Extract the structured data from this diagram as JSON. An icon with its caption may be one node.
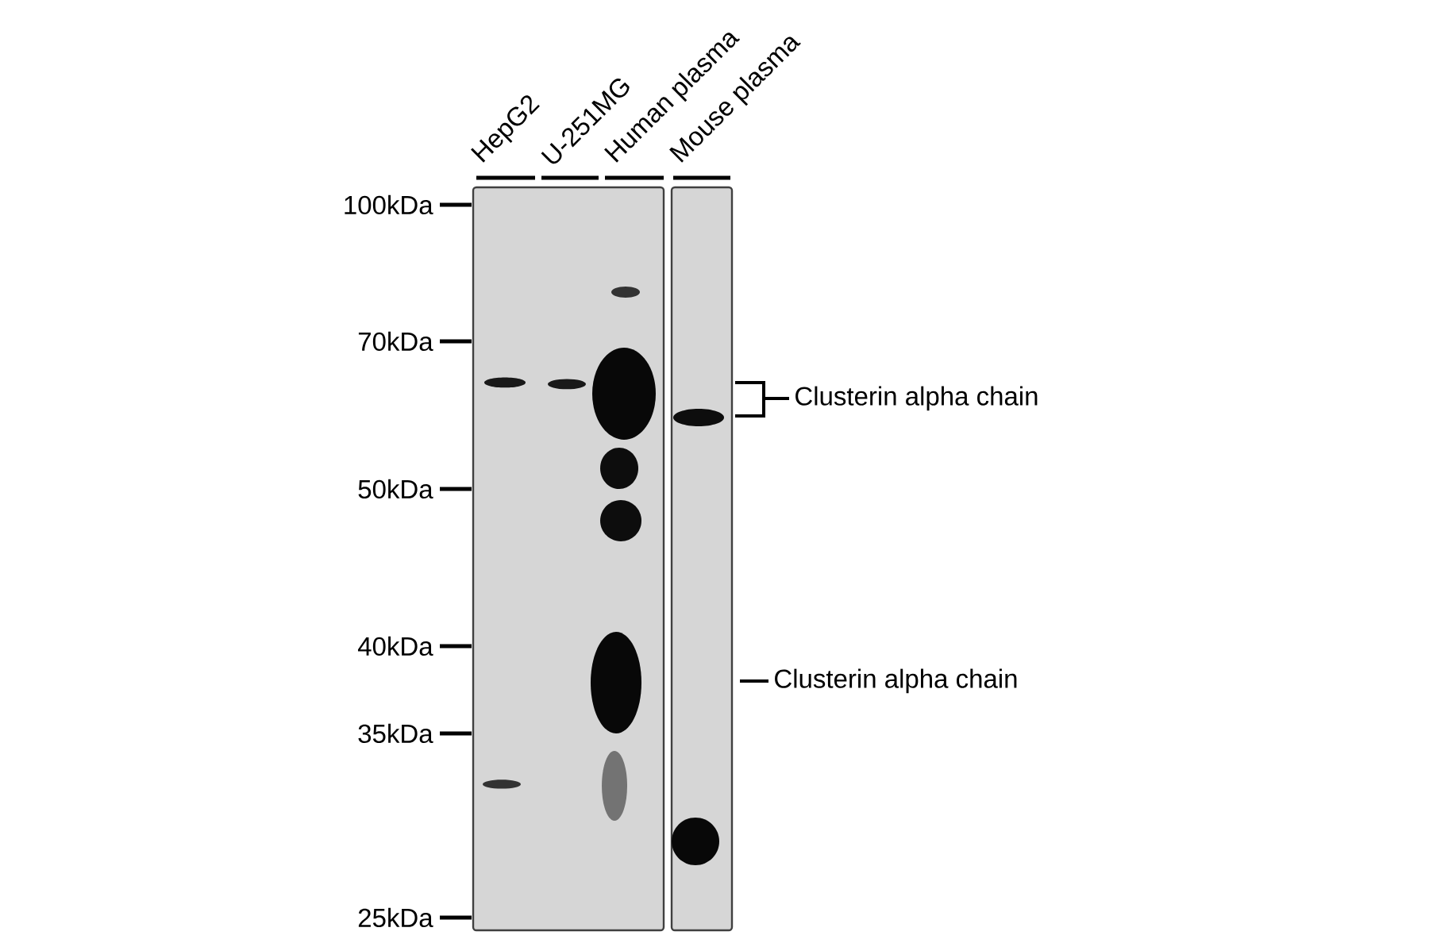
{
  "diagram": {
    "labels": [
      "HepG2",
      "U-251MG",
      "Human plasma",
      "Mouse plasma",
      "100kDa",
      "70kDa",
      "Clusterin alpha chain",
      "50kDa",
      "40kDa",
      "Clusterin alpha chain",
      "35kDa",
      "25kDa"
    ]
  }
}
